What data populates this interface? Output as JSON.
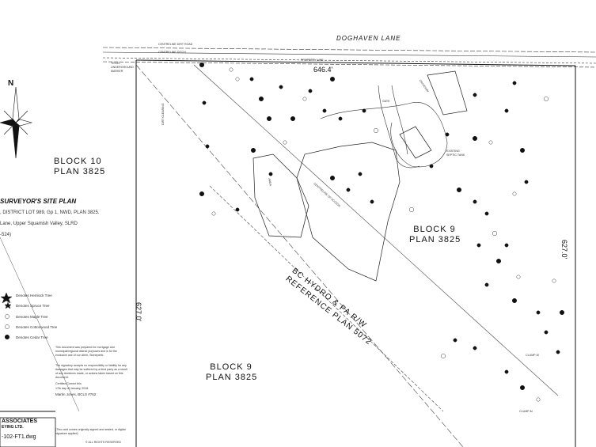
{
  "road": {
    "name": "DOGHAVEN LANE"
  },
  "north_arrow": {
    "label": "N"
  },
  "blocks": [
    {
      "name": "BLOCK 10",
      "plan": "PLAN 3825"
    },
    {
      "name": "BLOCK 9",
      "plan": "PLAN 3825"
    },
    {
      "name": "BLOCK 9",
      "plan": "PLAN 3825"
    }
  ],
  "row": {
    "line1": "BC HYDRO & PA R/W",
    "line2": "REFERENCE PLAN 5072"
  },
  "dimensions": {
    "top": "646.4'",
    "left": "627.0'",
    "right": "627.0'"
  },
  "title_block": {
    "heading": "SURVEYOR'S SITE PLAN",
    "line1": ", DISTRICT LOT 989, Gp 1, NWD, PLAN 3825.",
    "line2": "Lane, Upper Squamish Valley, SLRD",
    "line3": "-524)"
  },
  "legend": [
    {
      "symbol": "hemlock",
      "label": "Denotes Hemlock Tree"
    },
    {
      "symbol": "spruce",
      "label": "Denotes Spruce Tree"
    },
    {
      "symbol": "maple",
      "label": "Denotes Maple Tree"
    },
    {
      "symbol": "cottonwood",
      "label": "Denotes Cottonwood Tree"
    },
    {
      "symbol": "cedar",
      "label": "Denotes Cedar Tree"
    }
  ],
  "certification": {
    "para1": "This document was prepared for mortgage and municipal/regional district purposes and is for the exclusive use of our client, Stonepeek.",
    "para2": "The signatory accepts no responsibility or liability for any damages that may be suffered by a third party as a result of any decisions made, or actions taken based on this document.",
    "certified": "Certified Correct this",
    "date": "17th day of January, 2018.",
    "surveyor": "Martin Jones, BCLS #762",
    "footer_note": "(This card comes originally signed and sealed, or digital signature applied)",
    "rights": "© ALL RIGHTS RESERVED"
  },
  "firm": {
    "name": "ASSOCIATES",
    "sub": "EYING LTD.",
    "file": "-102-FT1.dwg"
  },
  "annotations": {
    "telus": "TELUS UNDERGROUND MARKER",
    "ditch_n": "CENTRELINE DIRT ROAD",
    "ditch_s": "CENTRELINE DITCH",
    "property_line": "PROPERTY LINE",
    "gate": "GATE",
    "driveway": "DRIVEWAY",
    "septic": "EXISTING SEPTIC TANK",
    "wet_area": "AREA",
    "clump1": "CLUMP-M",
    "clump2": "CLUMP-M",
    "dirt_clearing": "DIRT CLEARING",
    "centreline_access": "CENTRELINE OF ACCESS"
  },
  "colors": {
    "line": "#222222",
    "paper": "#ffffff"
  }
}
